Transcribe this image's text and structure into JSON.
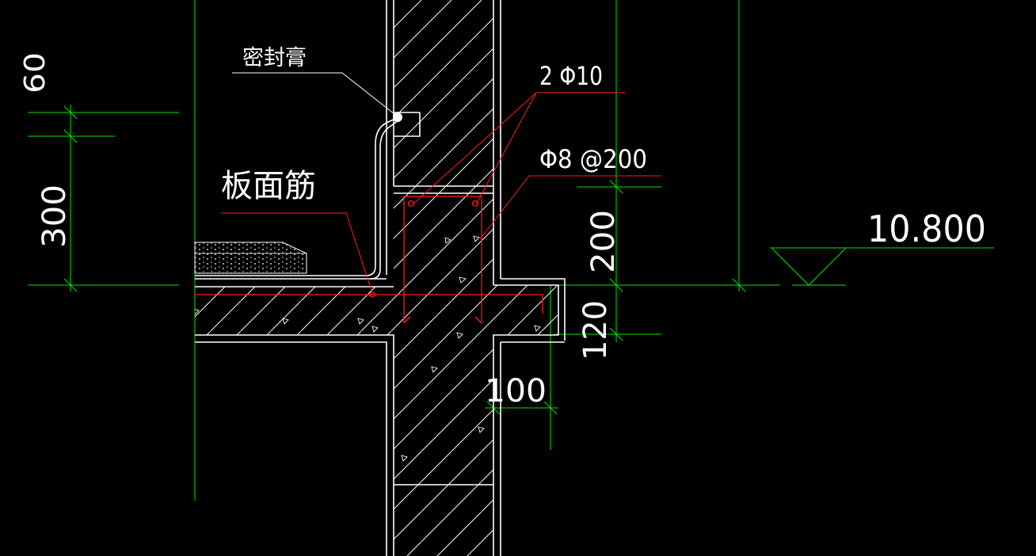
{
  "colors": {
    "background": "#000000",
    "outline": "#ffffff",
    "hatch": "#ffffff",
    "rebar": "#ff1a1a",
    "leader_red": "#ff1a1a",
    "dimension": "#00e600"
  },
  "labels": {
    "sealant": "密封膏",
    "slab_top_rebar": "板面筋",
    "top_bars": "2 Φ10",
    "stirrups": "Φ8 @200",
    "elevation": "10.800"
  },
  "dimensions": {
    "d60": "60",
    "d300": "300",
    "d200": "200",
    "d120": "120",
    "d100": "100"
  }
}
